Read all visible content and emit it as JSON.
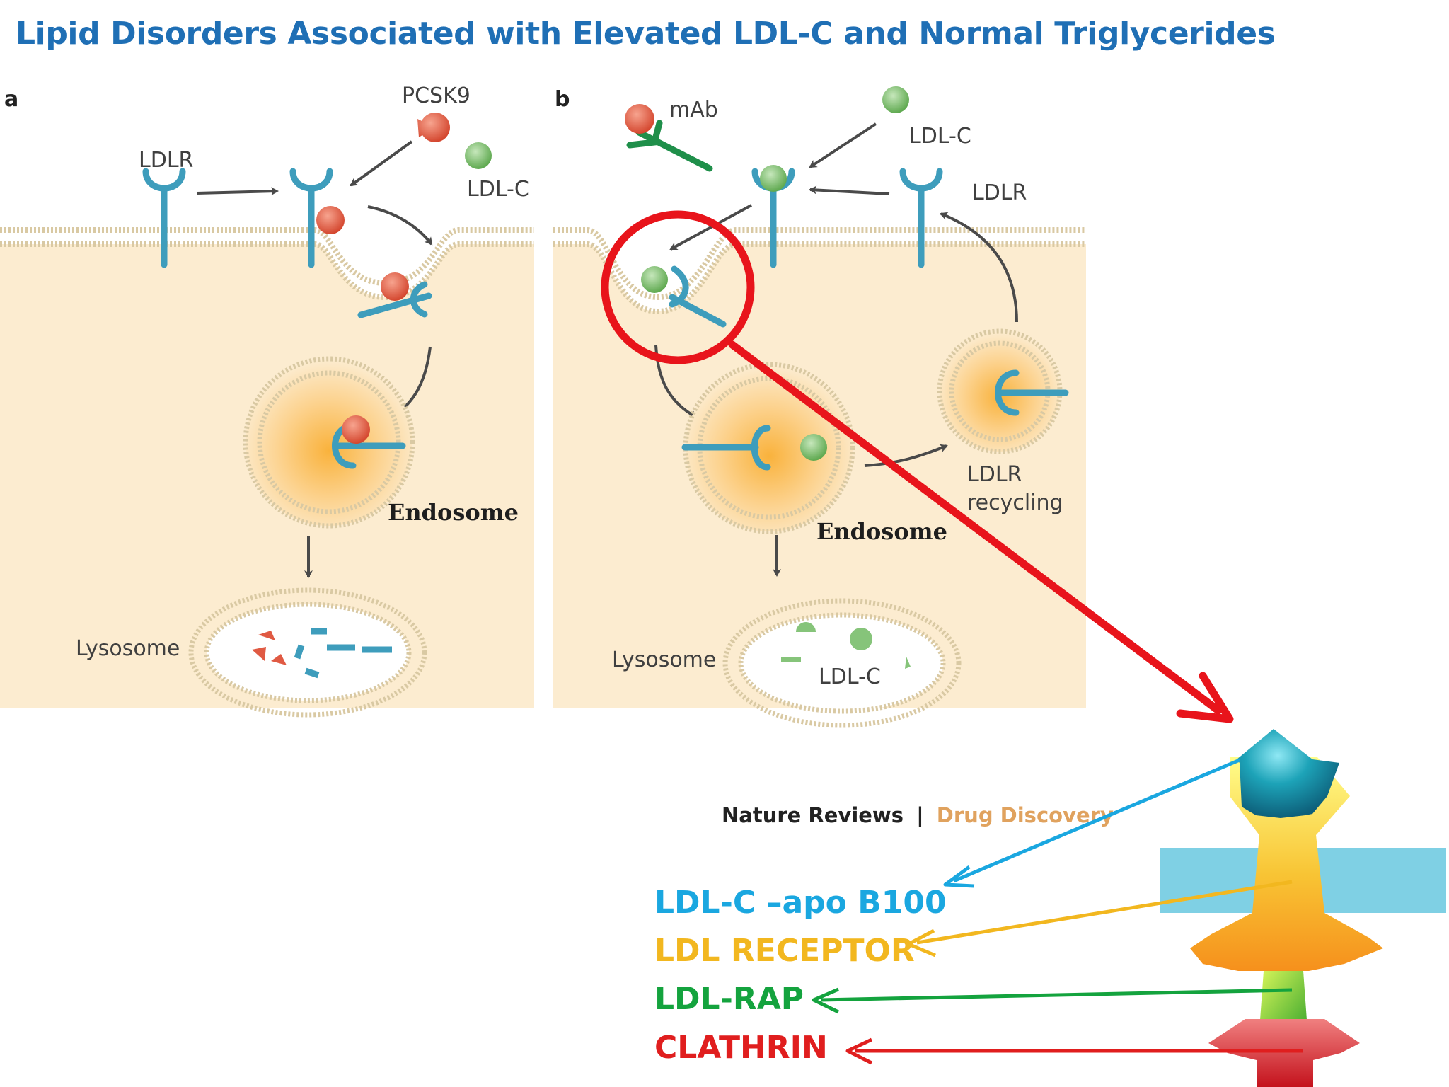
{
  "title": "Lipid Disorders Associated with Elevated LDL-C and Normal Triglycerides",
  "panel_a": {
    "letter": "a",
    "pcsk9": "PCSK9",
    "ldlr": "LDLR",
    "ldlc": "LDL-C",
    "endosome": "Endosome",
    "lysosome": "Lysosome"
  },
  "panel_b": {
    "letter": "b",
    "mab": "mAb",
    "ldlc": "LDL-C",
    "ldlr": "LDLR",
    "recycling_1": "LDLR",
    "recycling_2": "recycling",
    "endosome": "Endosome",
    "lysosome": "Lysosome",
    "lysosome_content": "LDL-C"
  },
  "credit": {
    "journal": "Nature Reviews",
    "separator": "|",
    "section": "Drug Discovery"
  },
  "legend": [
    {
      "text": "LDL-C –apo B100",
      "color": "#1aa7e0"
    },
    {
      "text": "LDL RECEPTOR",
      "color": "#f2b71f"
    },
    {
      "text": "LDL-RAP",
      "color": "#14a33e"
    },
    {
      "text": "CLATHRIN",
      "color": "#e01e1e"
    }
  ],
  "colors": {
    "title": "#1f6fb5",
    "cytoplasm": "#fcecd0",
    "receptor": "#3e9dbc",
    "pcsk9": "#e05a43",
    "ldl_particle": "#86c47a",
    "antibody": "#1f8f4a",
    "highlight": "#e8141b",
    "membrane_band": "#7fd0e4"
  }
}
